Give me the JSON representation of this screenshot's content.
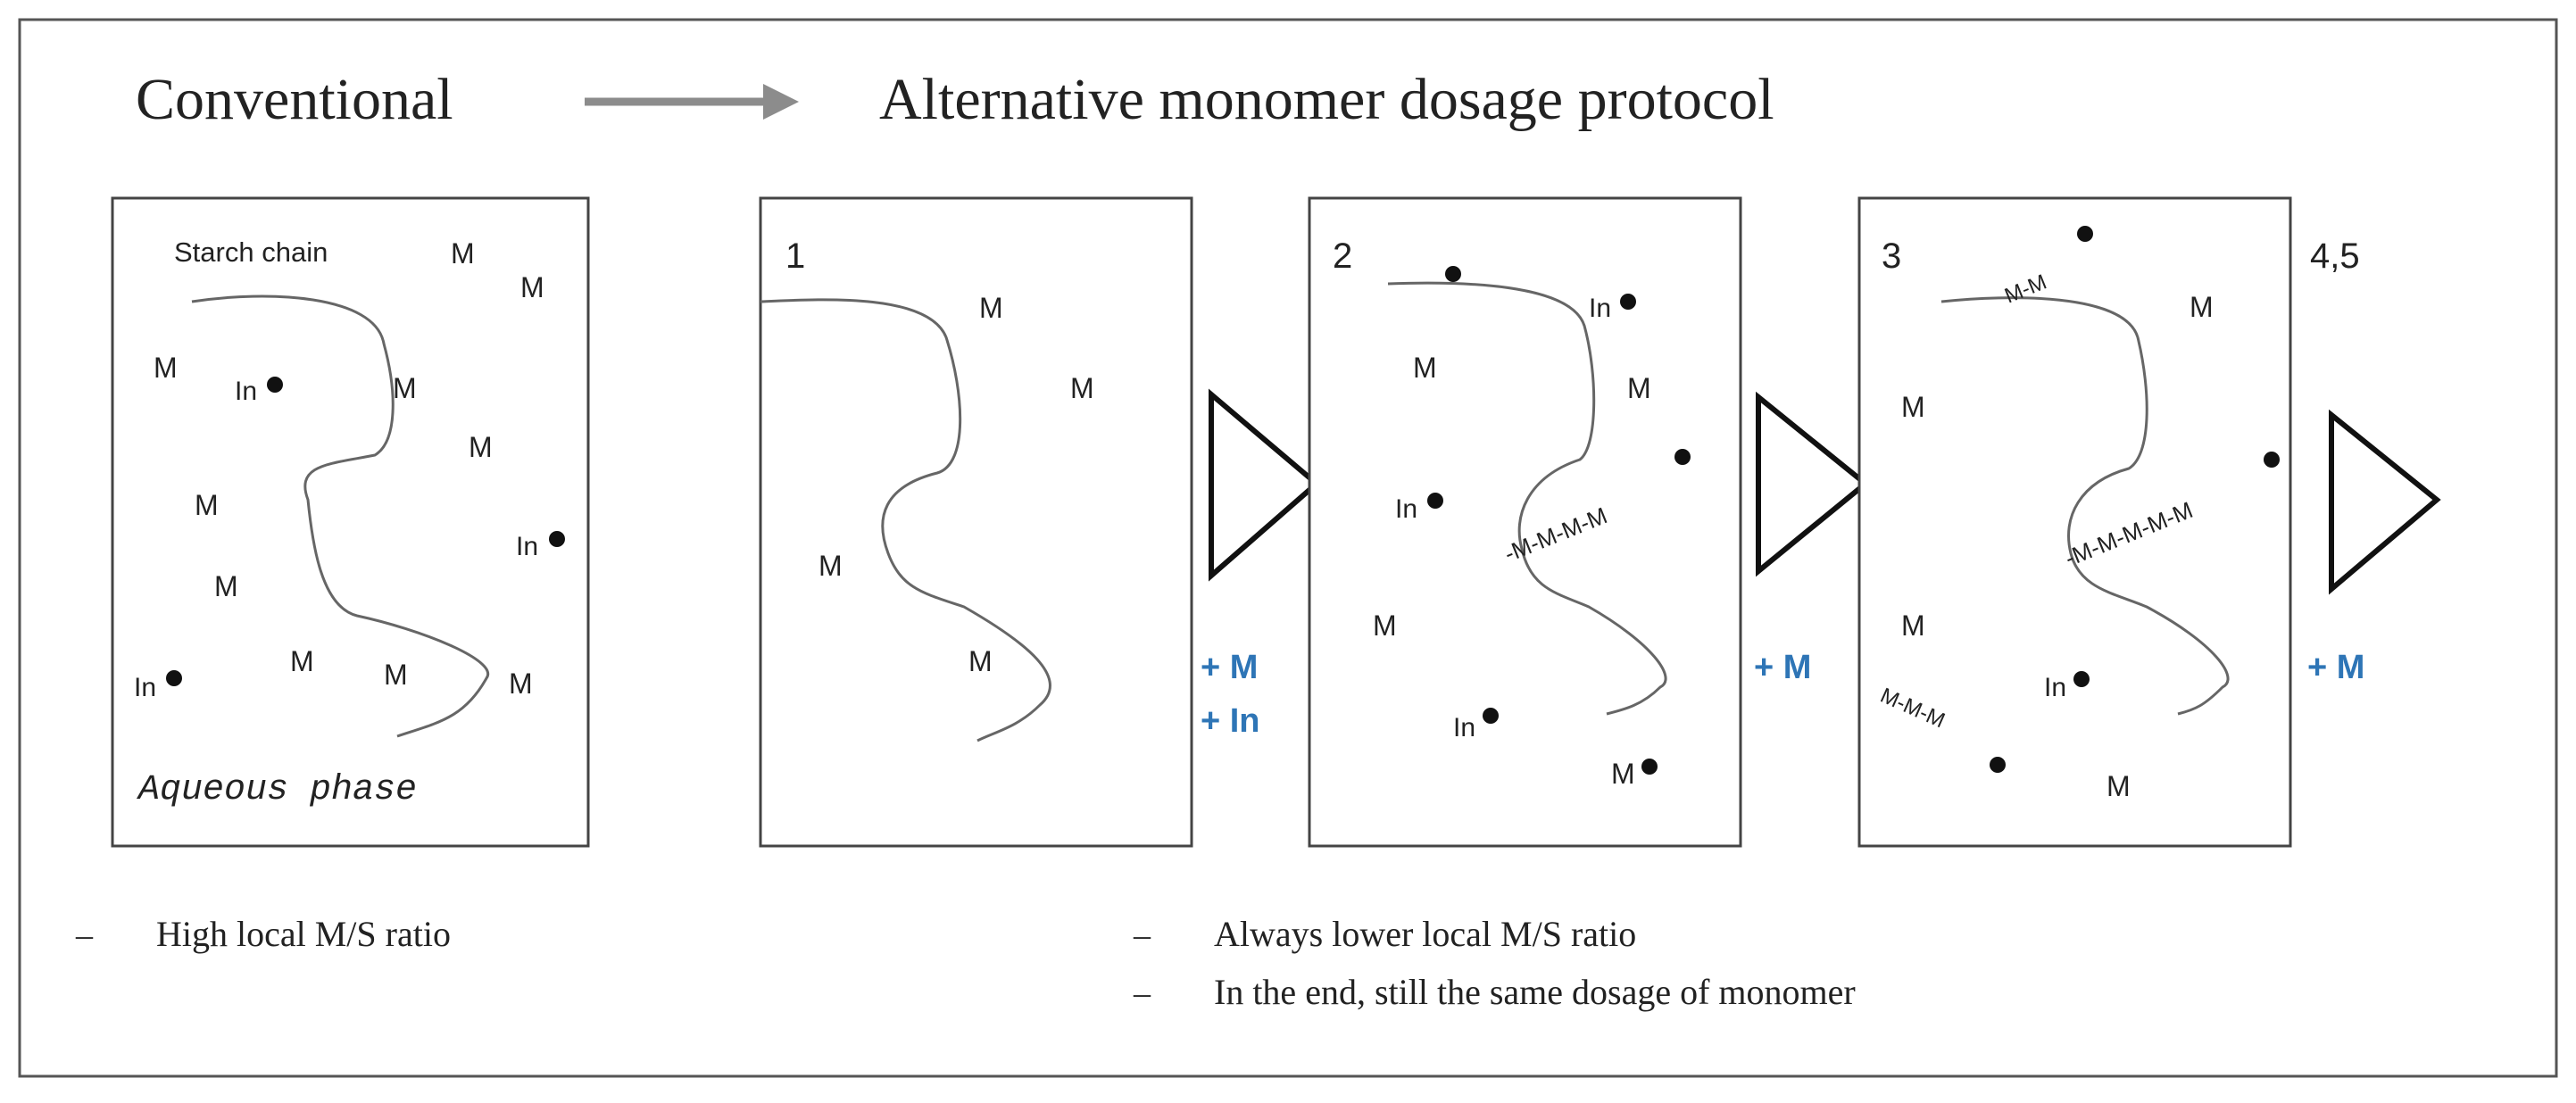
{
  "heading": {
    "left": "Conventional",
    "right": "Alternative monomer dosage protocol"
  },
  "conventional": {
    "starch_label": "Starch chain",
    "phase_label": "Aqueous phase",
    "monomer_label": "M",
    "initiator_label": "In"
  },
  "steps": [
    {
      "number": "1",
      "additions": [
        "+ M",
        "+ In"
      ]
    },
    {
      "number": "2",
      "chain_text": "-M-M-M-M",
      "additions": [
        "+ M"
      ]
    },
    {
      "number": "3",
      "chain_text_a": "M-M",
      "chain_text_b": "-M-M-M-M-M",
      "chain_text_c": "M-M-M",
      "additions": [
        "+ M"
      ]
    },
    {
      "number": "4,5"
    }
  ],
  "notes": {
    "left": [
      "High local M/S ratio"
    ],
    "right": [
      "Always lower local M/S ratio",
      "In the end, still the same dosage of monomer"
    ],
    "dash": "–"
  },
  "colors": {
    "addition_blue": "#2e75b6",
    "arrow_gray": "#8c8c8c",
    "frame": "#555555"
  }
}
